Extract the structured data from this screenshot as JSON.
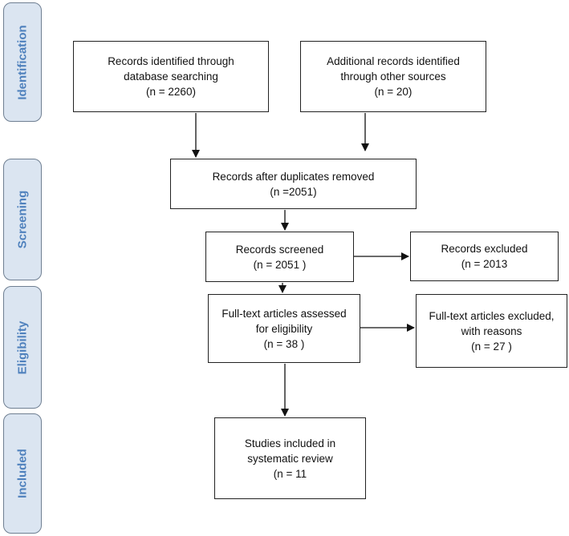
{
  "phases": [
    {
      "id": "identification",
      "label": "Identification"
    },
    {
      "id": "screening",
      "label": "Screening"
    },
    {
      "id": "eligibility",
      "label": "Eligibility"
    },
    {
      "id": "included",
      "label": "Included"
    }
  ],
  "boxes": {
    "database": {
      "lines": [
        "Records identified through",
        "database searching",
        "(n = 2260)"
      ]
    },
    "other_sources": {
      "lines": [
        "Additional records identified",
        "through other sources",
        "(n = 20)"
      ]
    },
    "duplicates_removed": {
      "lines": [
        "Records after duplicates removed",
        "(n =2051)"
      ]
    },
    "screened": {
      "lines": [
        "Records screened",
        "(n =  2051 )"
      ]
    },
    "excluded": {
      "lines": [
        "Records excluded",
        "(n = 2013"
      ]
    },
    "fulltext_assessed": {
      "lines": [
        "Full-text articles assessed",
        "for eligibility",
        "(n =  38 )"
      ]
    },
    "fulltext_excluded": {
      "lines": [
        "Full-text articles excluded,",
        "with reasons",
        "(n = 27 )"
      ]
    },
    "included": {
      "lines": [
        "Studies included in",
        "systematic review",
        "(n = 11"
      ]
    }
  }
}
